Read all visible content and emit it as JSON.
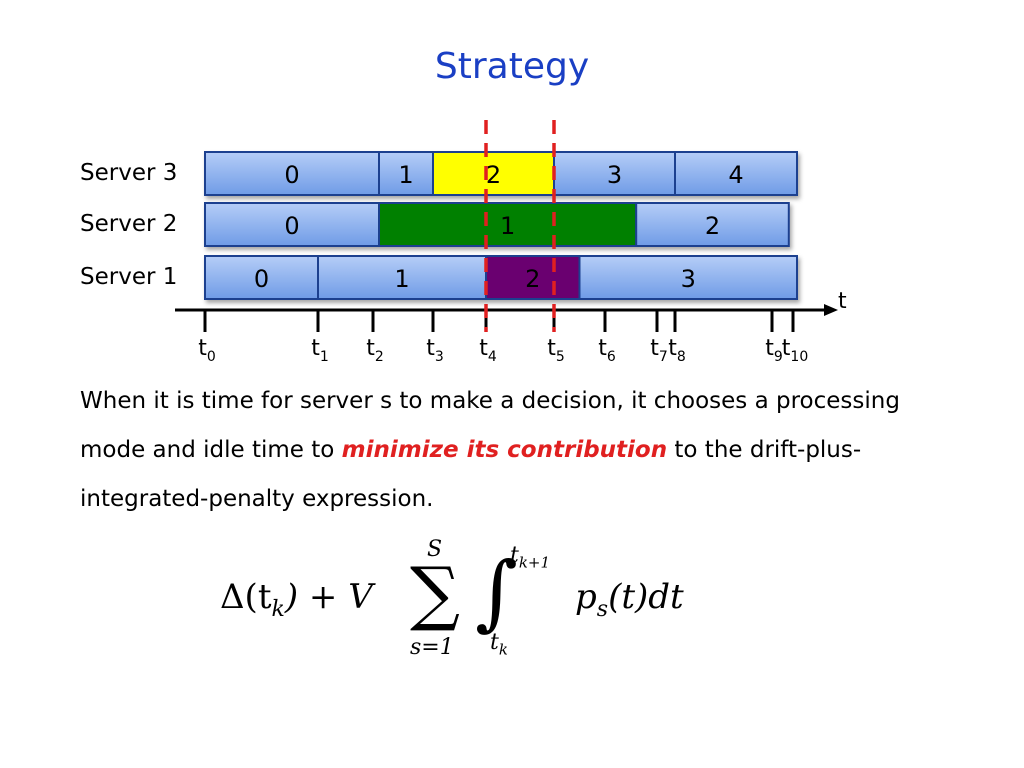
{
  "title": "Strategy",
  "servers": [
    {
      "label": "Server 3",
      "segments": [
        {
          "label": "0",
          "start": 0,
          "end": 2.1,
          "color": "blue"
        },
        {
          "label": "1",
          "start": 2.1,
          "end": 3.0,
          "color": "blue"
        },
        {
          "label": "2",
          "start": 3.0,
          "end": 5.0,
          "color": "yellow"
        },
        {
          "label": "3",
          "start": 5.0,
          "end": 8.0,
          "color": "blue"
        },
        {
          "label": "4",
          "start": 8.0,
          "end": 10.2,
          "color": "blue"
        }
      ]
    },
    {
      "label": "Server 2",
      "segments": [
        {
          "label": "0",
          "start": 0,
          "end": 2.1,
          "color": "blue"
        },
        {
          "label": "1",
          "start": 2.1,
          "end": 6.6,
          "color": "green"
        },
        {
          "label": "2",
          "start": 6.6,
          "end": 9.8,
          "color": "blue"
        }
      ]
    },
    {
      "label": "Server 1",
      "segments": [
        {
          "label": "0",
          "start": 0,
          "end": 1.0,
          "color": "blue"
        },
        {
          "label": "1",
          "start": 1.0,
          "end": 4.0,
          "color": "blue"
        },
        {
          "label": "2",
          "start": 4.0,
          "end": 5.5,
          "color": "purple"
        },
        {
          "label": "3",
          "start": 5.5,
          "end": 10.2,
          "color": "blue"
        }
      ]
    }
  ],
  "axis_label": "t",
  "ticks": [
    {
      "base": "t",
      "sub": "0"
    },
    {
      "base": "t",
      "sub": "1"
    },
    {
      "base": "t",
      "sub": "2"
    },
    {
      "base": "t",
      "sub": "3"
    },
    {
      "base": "t",
      "sub": "4"
    },
    {
      "base": "t",
      "sub": "5"
    },
    {
      "base": "t",
      "sub": "6"
    },
    {
      "base": "t",
      "sub": "7"
    },
    {
      "base": "t",
      "sub": "8"
    },
    {
      "base": "t",
      "sub": "9"
    },
    {
      "base": "t",
      "sub": "10"
    }
  ],
  "highlight_ticks": [
    4,
    5
  ],
  "colors": {
    "blue": "#8fb4f0",
    "yellow": "#ffff00",
    "green": "#008000",
    "purple": "#6b0070",
    "border": "#1f3f8f",
    "dash": "#e02020",
    "title": "#1a3fc4"
  },
  "text": {
    "part1": "When it is time for server s to make a decision, it chooses a processing mode and idle time to ",
    "emphasis": "minimize its contribution",
    "part2": " to the drift-plus-integrated-penalty expression."
  },
  "formula": {
    "lhs": "Δ(t",
    "lhs_sub": "k",
    "mid": ") + V",
    "sum": "∑",
    "sum_upper": "S",
    "sum_lower": "s=1",
    "integral": "∫",
    "int_upper": "t",
    "int_upper_sub": "k+1",
    "int_lower": "t",
    "int_lower_sub": "k",
    "integrand": "p",
    "integrand_sub": "s",
    "integrand_rest": "(t)dt"
  }
}
